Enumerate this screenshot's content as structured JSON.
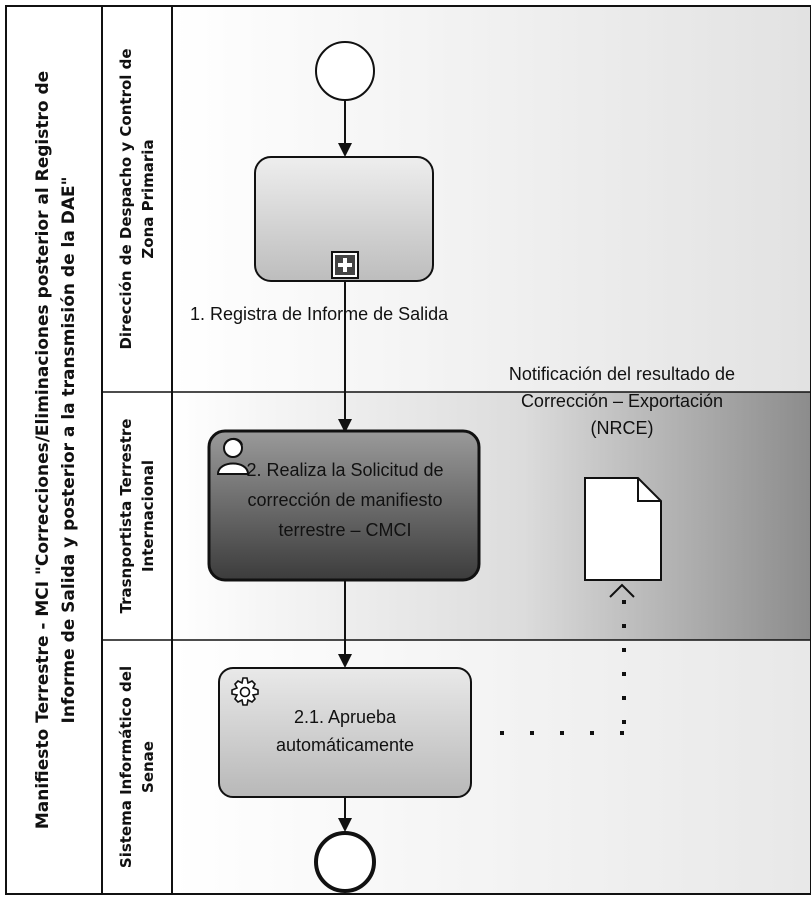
{
  "pool": {
    "title_line1": "Manifiesto Terrestre - MCI \"Correcciones/Eliminaciones posterior al Registro de",
    "title_line2": "Informe de Salida y posterior a la transmisión de la DAE\""
  },
  "lanes": [
    {
      "line1": "Dirección de Despacho y  Control de",
      "line2": "Zona Primaria"
    },
    {
      "line1": "Trasnportista Terrestre",
      "line2": "Internacional"
    },
    {
      "line1": "Sistema Informático del",
      "line2": "Senae"
    }
  ],
  "tasks": {
    "t1": {
      "label": "1. Registra de Informe de Salida",
      "marker_icon": "subprocess-plus-icon"
    },
    "t2": {
      "line1": "2. Realiza la Solicitud de",
      "line2": "corrección de manifiesto",
      "line3": "terrestre – CMCI",
      "icon": "user-icon"
    },
    "t3": {
      "line1": "2.1. Aprueba",
      "line2": "automáticamente",
      "icon": "gear-icon"
    }
  },
  "data_object": {
    "line1": "Notificación del resultado de",
    "line2": "Corrección – Exportación",
    "line3": "(NRCE)",
    "icon": "document-icon"
  },
  "colors": {
    "border": "#111111",
    "task_fill": "#d4d4d4",
    "task_dark_fill": "#6a6a6a",
    "lane_shade": "#e6e6e6"
  }
}
